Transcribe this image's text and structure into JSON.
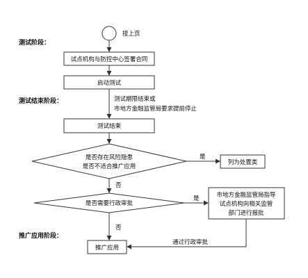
{
  "stages": {
    "test": "测试阶段：",
    "test_end": "测试结束阶段：",
    "promotion": "推广应用阶段："
  },
  "start_connector": "接上页",
  "nodes": {
    "sign_contract": "试点机构与防控中心签署合同",
    "start_test": "启动测试",
    "end_condition_line1": "测试期限结束或",
    "end_condition_line2": "市地方金融监管局要求提前停止",
    "test_end": "测试结束",
    "risk_question_line1": "是否存在风险隐患",
    "risk_question_line2": "是否不适合推广应用",
    "disposal": "列为处置类",
    "approval_question": "是否需要行政审批",
    "guide_line1": "市地方金融监管局指导",
    "guide_line2": "试点机构向相关监管",
    "guide_line3": "部门进行报批",
    "promote": "推广应用"
  },
  "edges": {
    "risk_yes": "是",
    "risk_no": "否",
    "approval_yes": "是",
    "approval_no": "否",
    "passed_approval": "通过行政审批"
  }
}
